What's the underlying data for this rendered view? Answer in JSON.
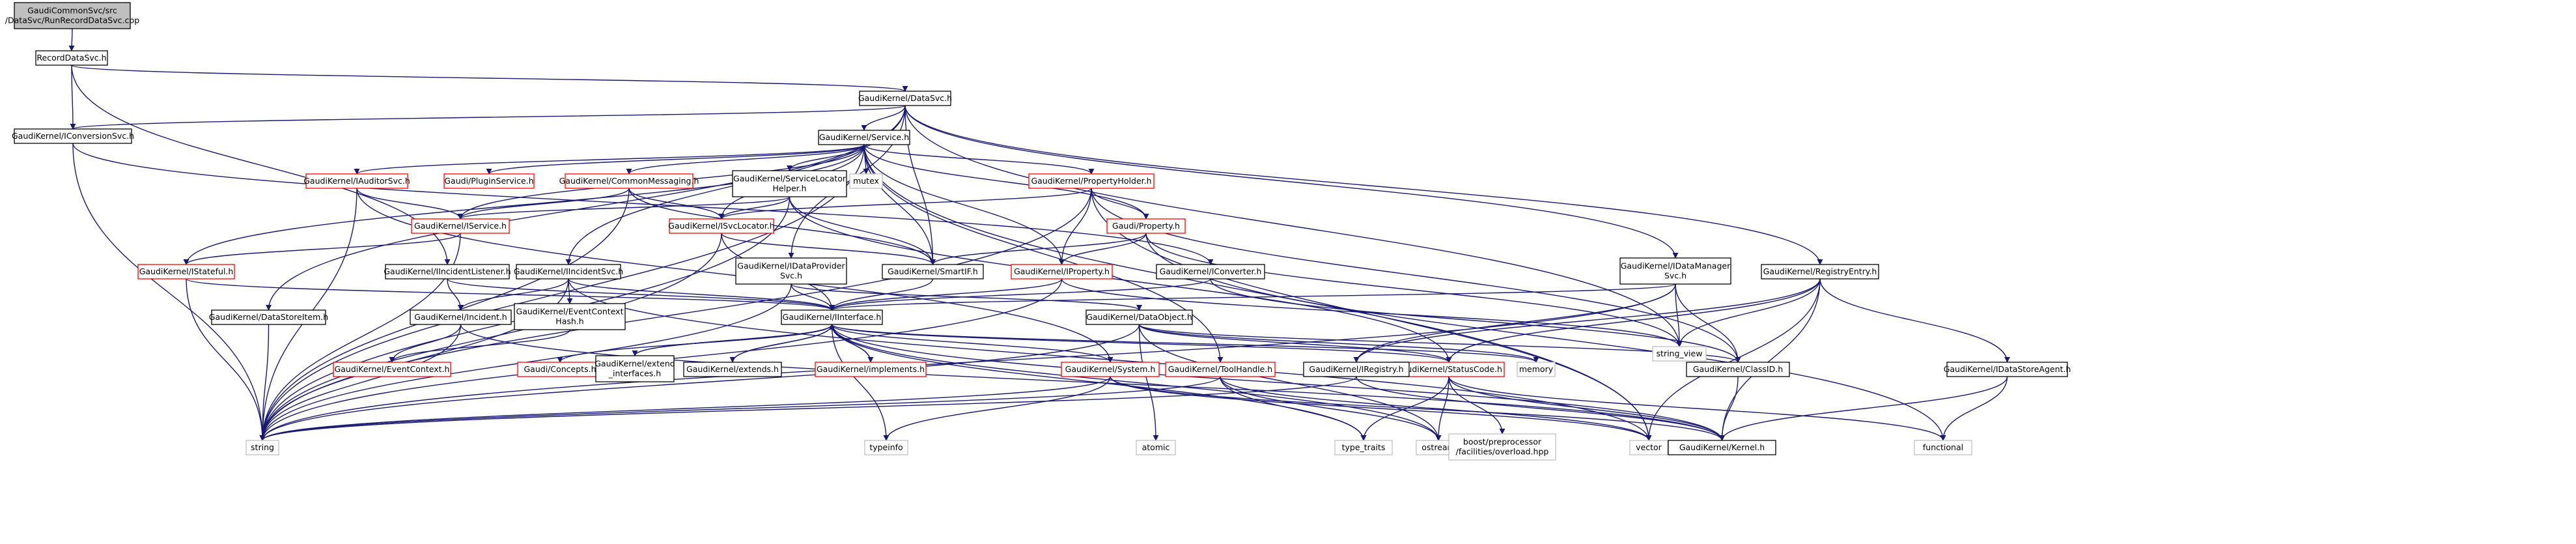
{
  "colors": {
    "edge": "#191970",
    "node_fill": "#ffffff",
    "root_fill": "#bfbfbf",
    "border_black": "#000000",
    "border_red": "#ff0000",
    "border_gray": "#bfbfbf"
  },
  "nodes": {
    "root": [
      "GaudiCommonSvc/src",
      "/DataSvc/RunRecordDataSvc.cpp"
    ],
    "recorddatasvc": [
      "RecordDataSvc.h"
    ],
    "datasvc": [
      "GaudiKernel/DataSvc.h"
    ],
    "iconversionsvc": [
      "GaudiKernel/IConversionSvc.h"
    ],
    "service": [
      "GaudiKernel/Service.h"
    ],
    "iauditorsvc": [
      "GaudiKernel/IAuditorSvc.h"
    ],
    "pluginservice": [
      "Gaudi/PluginService.h"
    ],
    "commonmessaging": [
      "GaudiKernel/CommonMessaging.h"
    ],
    "servicelocatorhelper": [
      "GaudiKernel/ServiceLocator",
      "Helper.h"
    ],
    "mutex": [
      "mutex"
    ],
    "propertyholder": [
      "GaudiKernel/PropertyHolder.h"
    ],
    "iservice": [
      "GaudiKernel/IService.h"
    ],
    "isvclocator": [
      "GaudiKernel/ISvcLocator.h"
    ],
    "property": [
      "Gaudi/Property.h"
    ],
    "iconverter": [
      "GaudiKernel/IConverter.h"
    ],
    "istateful": [
      "GaudiKernel/IStateful.h"
    ],
    "iincidentlistener": [
      "GaudiKernel/IIncidentListener.h"
    ],
    "iincidentsvc": [
      "GaudiKernel/IIncidentSvc.h"
    ],
    "idataprovidersvc": [
      "GaudiKernel/IDataProvider",
      "Svc.h"
    ],
    "smartif": [
      "GaudiKernel/SmartIF.h"
    ],
    "iproperty": [
      "GaudiKernel/IProperty.h"
    ],
    "idatamanagersvc": [
      "GaudiKernel/IDataManager",
      "Svc.h"
    ],
    "registryentry": [
      "GaudiKernel/RegistryEntry.h"
    ],
    "datastoreitem": [
      "GaudiKernel/DataStoreItem.h"
    ],
    "incident": [
      "GaudiKernel/Incident.h"
    ],
    "eventcontexthash": [
      "GaudiKernel/EventContext",
      "Hash.h"
    ],
    "iinterface": [
      "GaudiKernel/IInterface.h"
    ],
    "dataobject": [
      "GaudiKernel/DataObject.h"
    ],
    "string_view": [
      "string_view"
    ],
    "eventcontext": [
      "GaudiKernel/EventContext.h"
    ],
    "concepts": [
      "Gaudi/Concepts.h"
    ],
    "extend_interfaces": [
      "GaudiKernel/extend",
      "_interfaces.h"
    ],
    "extends": [
      "GaudiKernel/extends.h"
    ],
    "implements": [
      "GaudiKernel/implements.h"
    ],
    "system": [
      "GaudiKernel/System.h"
    ],
    "toolhandle": [
      "GaudiKernel/ToolHandle.h"
    ],
    "statuscode": [
      "GaudiKernel/StatusCode.h"
    ],
    "memory": [
      "memory"
    ],
    "iregistry": [
      "GaudiKernel/IRegistry.h"
    ],
    "classid": [
      "GaudiKernel/ClassID.h"
    ],
    "idatastoreagent": [
      "GaudiKernel/IDataStoreAgent.h"
    ],
    "string": [
      "string"
    ],
    "typeinfo": [
      "typeinfo"
    ],
    "atomic": [
      "atomic"
    ],
    "type_traits": [
      "type_traits"
    ],
    "ostream": [
      "ostream"
    ],
    "boost_overload": [
      "boost/preprocessor",
      "/facilities/overload.hpp"
    ],
    "vector": [
      "vector"
    ],
    "kernel": [
      "GaudiKernel/Kernel.h"
    ],
    "functional": [
      "functional"
    ]
  }
}
